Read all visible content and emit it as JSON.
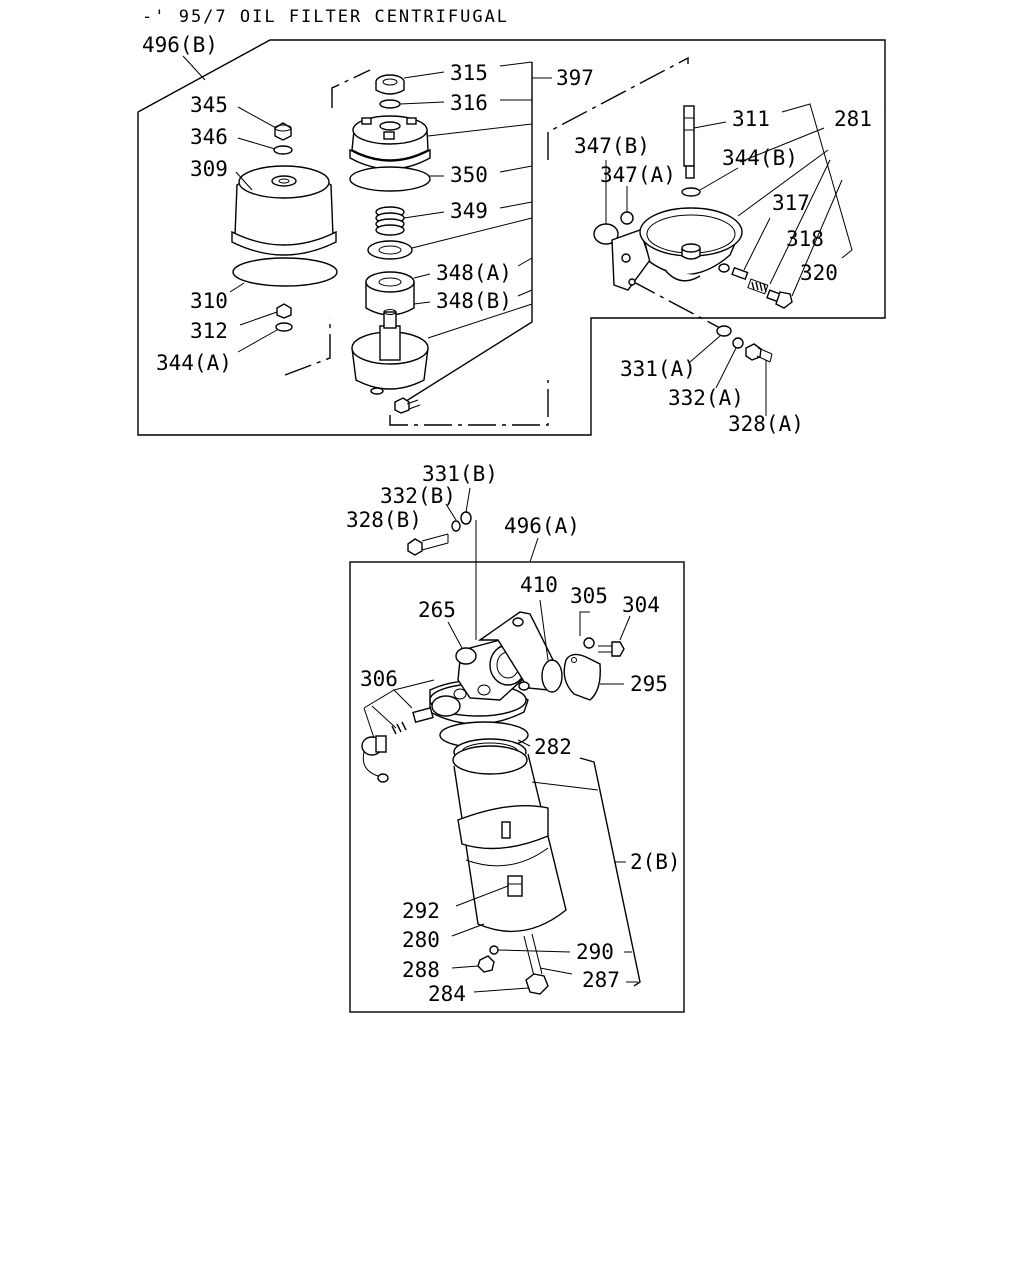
{
  "title": "-' 95/7 OIL FILTER CENTRIFUGAL",
  "labels": {
    "l496b": "496(B)",
    "l315": "315",
    "l397": "397",
    "l316": "316",
    "l345": "345",
    "l346": "346",
    "l309": "309",
    "l350": "350",
    "l349": "349",
    "l348a": "348(A)",
    "l348b": "348(B)",
    "l310": "310",
    "l312": "312",
    "l344a": "344(A)",
    "l311": "311",
    "l281": "281",
    "l347b": "347(B)",
    "l344b": "344(B)",
    "l347a": "347(A)",
    "l317": "317",
    "l318": "318",
    "l320": "320",
    "l331a": "331(A)",
    "l332a": "332(A)",
    "l328a": "328(A)",
    "l331b": "331(B)",
    "l332b": "332(B)",
    "l328b": "328(B)",
    "l496a": "496(A)",
    "l410": "410",
    "l305": "305",
    "l304": "304",
    "l265": "265",
    "l306": "306",
    "l295": "295",
    "l282": "282",
    "l2b": "2(B)",
    "l292": "292",
    "l280": "280",
    "l290": "290",
    "l288": "288",
    "l287": "287",
    "l284": "284"
  }
}
